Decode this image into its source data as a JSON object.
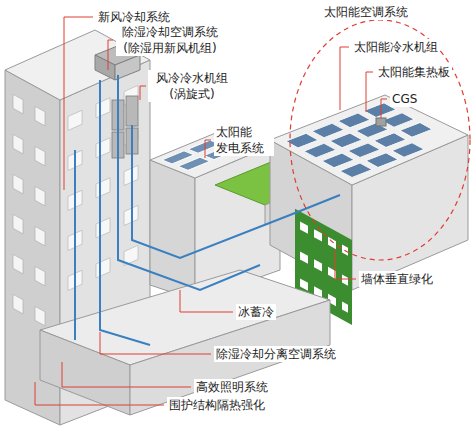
{
  "diagram": {
    "labels": [
      "新风冷却系统",
      "除湿冷却空调系统 (除湿用新风机组)",
      "风冷冷水机组 (涡旋式)",
      "太阳能 发电系统",
      "太阳能空调系统",
      "太阳能冷水机组",
      "太阳能集热板",
      "CGS",
      "墙体垂直绿化",
      "冰蓄冷",
      "除湿冷却分离空调系统",
      "高效照明系统",
      "围护结构隔热强化"
    ]
  }
}
